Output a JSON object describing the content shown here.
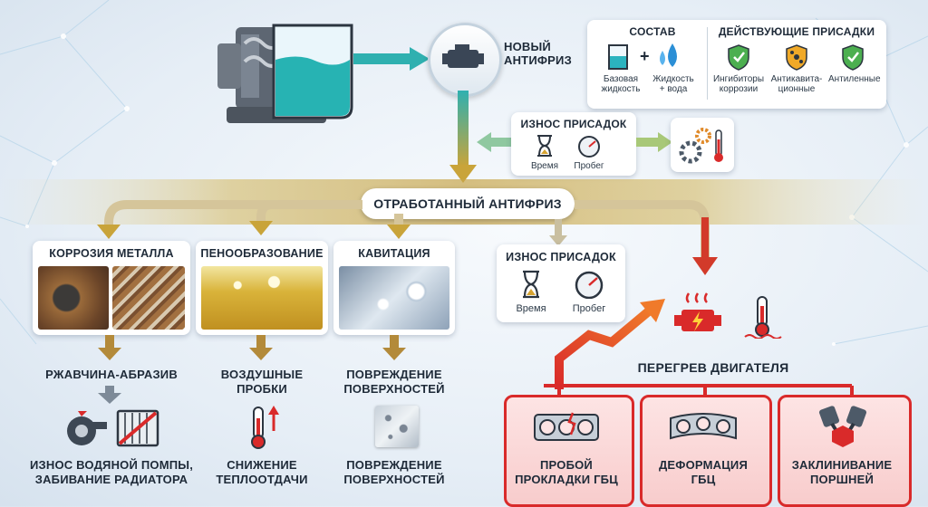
{
  "new_antifreeze": "НОВЫЙ\nАНТИФРИЗ",
  "composition": {
    "title": "СОСТАВ",
    "base_liquid": "Базовая жидкость",
    "plus": "+",
    "liquid_water": "Жидкость + вода"
  },
  "additives": {
    "title": "ДЕЙСТВУЮЩИЕ ПРИСАДКИ",
    "items": [
      "Ингибиторы коррозии",
      "Антикавита-ционные",
      "Антиленные"
    ]
  },
  "wear_top": {
    "title": "ИЗНОС ПРИСАДОК",
    "time": "Время",
    "mileage": "Пробег"
  },
  "used_antifreeze": "ОТРАБОТАННЫЙ АНТИФРИЗ",
  "corrosion": {
    "title": "КОРРОЗИЯ МЕТАЛЛА",
    "result": "РЖАВЧИНА-АБРАЗИВ",
    "final": "ИЗНОС ВОДЯНОЙ ПОМПЫ,\nЗАБИВАНИЕ РАДИАТОРА"
  },
  "foam": {
    "title": "ПЕНООБРАЗОВАНИЕ",
    "result": "ВОЗДУШНЫЕ\nПРОБКИ",
    "final": "СНИЖЕНИЕ\nТЕПЛООТДАЧИ"
  },
  "cavitation": {
    "title": "КАВИТАЦИЯ",
    "result": "ПОВРЕЖДЕНИЕ\nПОВЕРХНОСТЕЙ",
    "final": "ПОВРЕЖДЕНИЕ\nПОВЕРХНОСТЕЙ"
  },
  "wear_mid": {
    "title": "ИЗНОС ПРИСАДОК",
    "time": "Время",
    "mileage": "Пробег"
  },
  "overheat": "ПЕРЕГРЕВ ДВИГАТЕЛЯ",
  "red_boxes": [
    "ПРОБОЙ\nПРОКЛАДКИ ГБЦ",
    "ДЕФОРМАЦИЯ\nГБЦ",
    "ЗАКЛИНИВАНИЕ\nПОРШНЕЙ"
  ],
  "colors": {
    "arrow_teal": "#2fb0b0",
    "arrow_gold": "#c9a43a",
    "danger_red": "#d92a2a",
    "rust": "#8a5a2e"
  }
}
